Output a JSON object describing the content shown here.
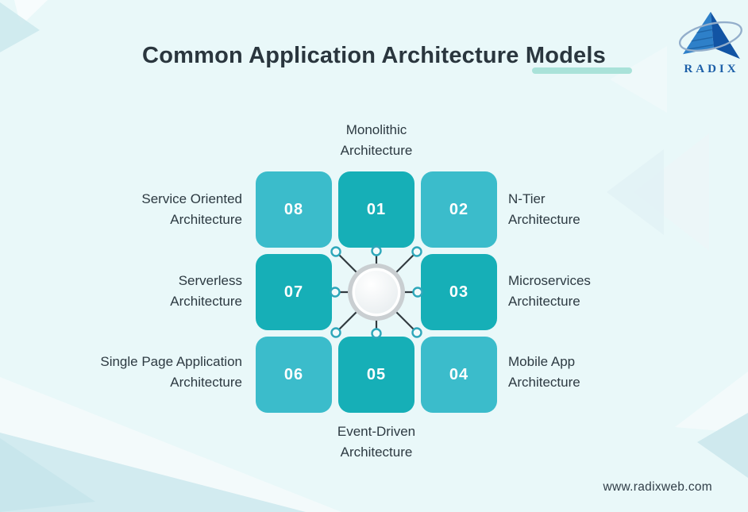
{
  "title": "Common Application Architecture Models",
  "logo": {
    "brand": "RADIX"
  },
  "tiles": [
    {
      "num": "08",
      "shade": "light"
    },
    {
      "num": "01",
      "shade": "dark"
    },
    {
      "num": "02",
      "shade": "light"
    },
    {
      "num": "07",
      "shade": "dark"
    },
    {
      "num": "03",
      "shade": "dark"
    },
    {
      "num": "06",
      "shade": "light"
    },
    {
      "num": "05",
      "shade": "dark"
    },
    {
      "num": "04",
      "shade": "light"
    }
  ],
  "labels": {
    "top": {
      "line1": "Monolithic",
      "line2": "Architecture"
    },
    "bottom": {
      "line1": "Event-Driven",
      "line2": "Architecture"
    },
    "left": [
      {
        "line1": "Service Oriented",
        "line2": "Architecture"
      },
      {
        "line1": "Serverless",
        "line2": "Architecture"
      },
      {
        "line1": "Single Page Application",
        "line2": "Architecture"
      }
    ],
    "right": [
      {
        "line1": "N-Tier",
        "line2": "Architecture"
      },
      {
        "line1": "Microservices",
        "line2": "Architecture"
      },
      {
        "line1": "Mobile App",
        "line2": "Architecture"
      }
    ]
  },
  "footer": {
    "website": "www.radixweb.com"
  },
  "colors": {
    "background": "#E9F8F9",
    "tile_light": "#3BBCCB",
    "tile_dark": "#16AFB7",
    "accent_underline": "#A9E2D9",
    "connector": "#323B40",
    "dot_stroke": "#2EA7BA",
    "logo_blue": "#1C5FA8",
    "decor_teal": "#CDE9ED"
  }
}
